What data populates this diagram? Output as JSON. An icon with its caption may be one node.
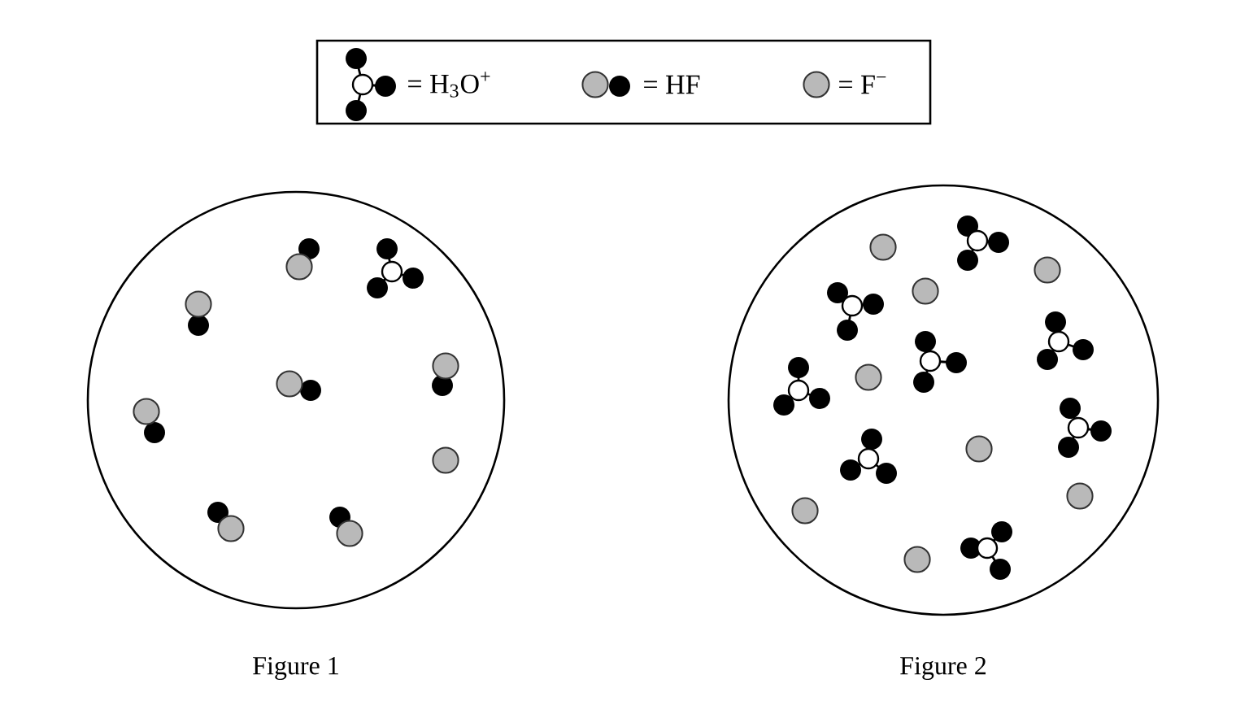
{
  "diagram": {
    "nodes": [
      {
        "text": [],
        "shape": "circle",
        "beside": [
          "Figure 1"
        ]
      },
      {
        "text": [],
        "shape": "circle",
        "beside": [
          "Figure 2"
        ]
      }
    ],
    "legend": [
      {
        "text": "= H$_{3}$O$^{+}$"
      },
      {
        "text": "= HF"
      },
      {
        "text": "= F$^{−}$"
      }
    ]
  }
}
